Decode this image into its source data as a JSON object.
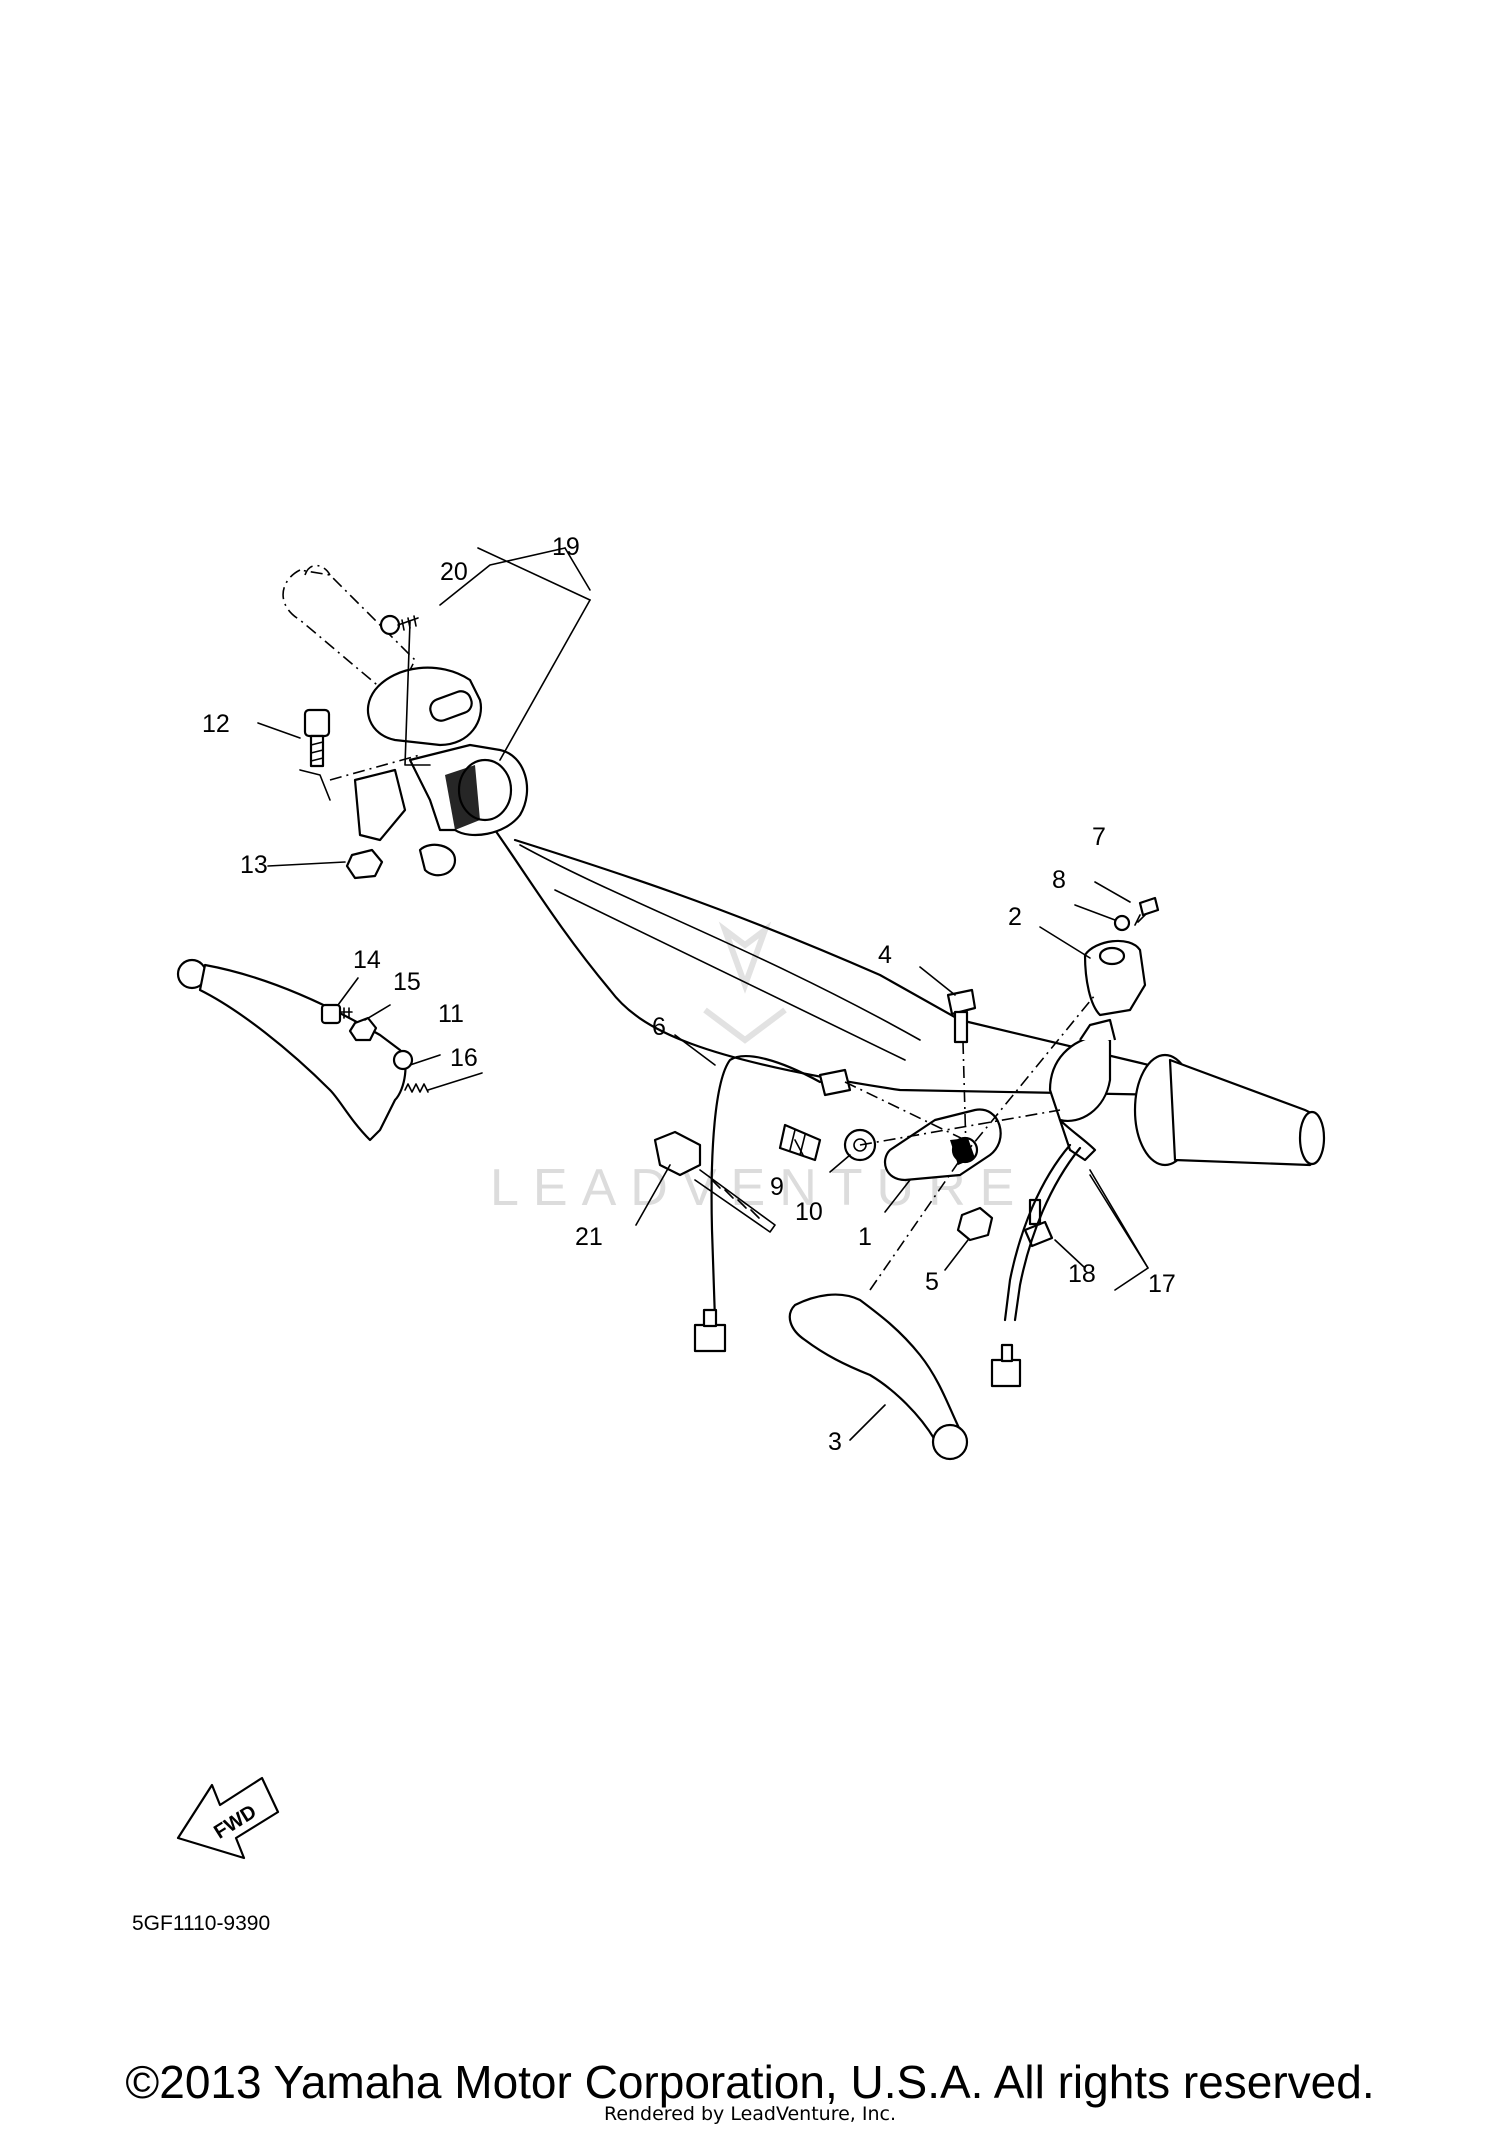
{
  "callouts": {
    "c1": "1",
    "c2": "2",
    "c3": "3",
    "c4": "4",
    "c5": "5",
    "c6": "6",
    "c7": "7",
    "c8": "8",
    "c9": "9",
    "c10": "10",
    "c11": "11",
    "c12": "12",
    "c13": "13",
    "c14": "14",
    "c15": "15",
    "c16": "16",
    "c17": "17",
    "c18": "18",
    "c19": "19",
    "c20": "20",
    "c21": "21"
  },
  "fwd_label": "FWD",
  "diagram_code": "5GF1110-9390",
  "watermark": "LEADVENTURE",
  "copyright": "©2013 Yamaha Motor Corporation, U.S.A. All rights reserved.",
  "rendered_by": "Rendered by LeadVenture, Inc."
}
